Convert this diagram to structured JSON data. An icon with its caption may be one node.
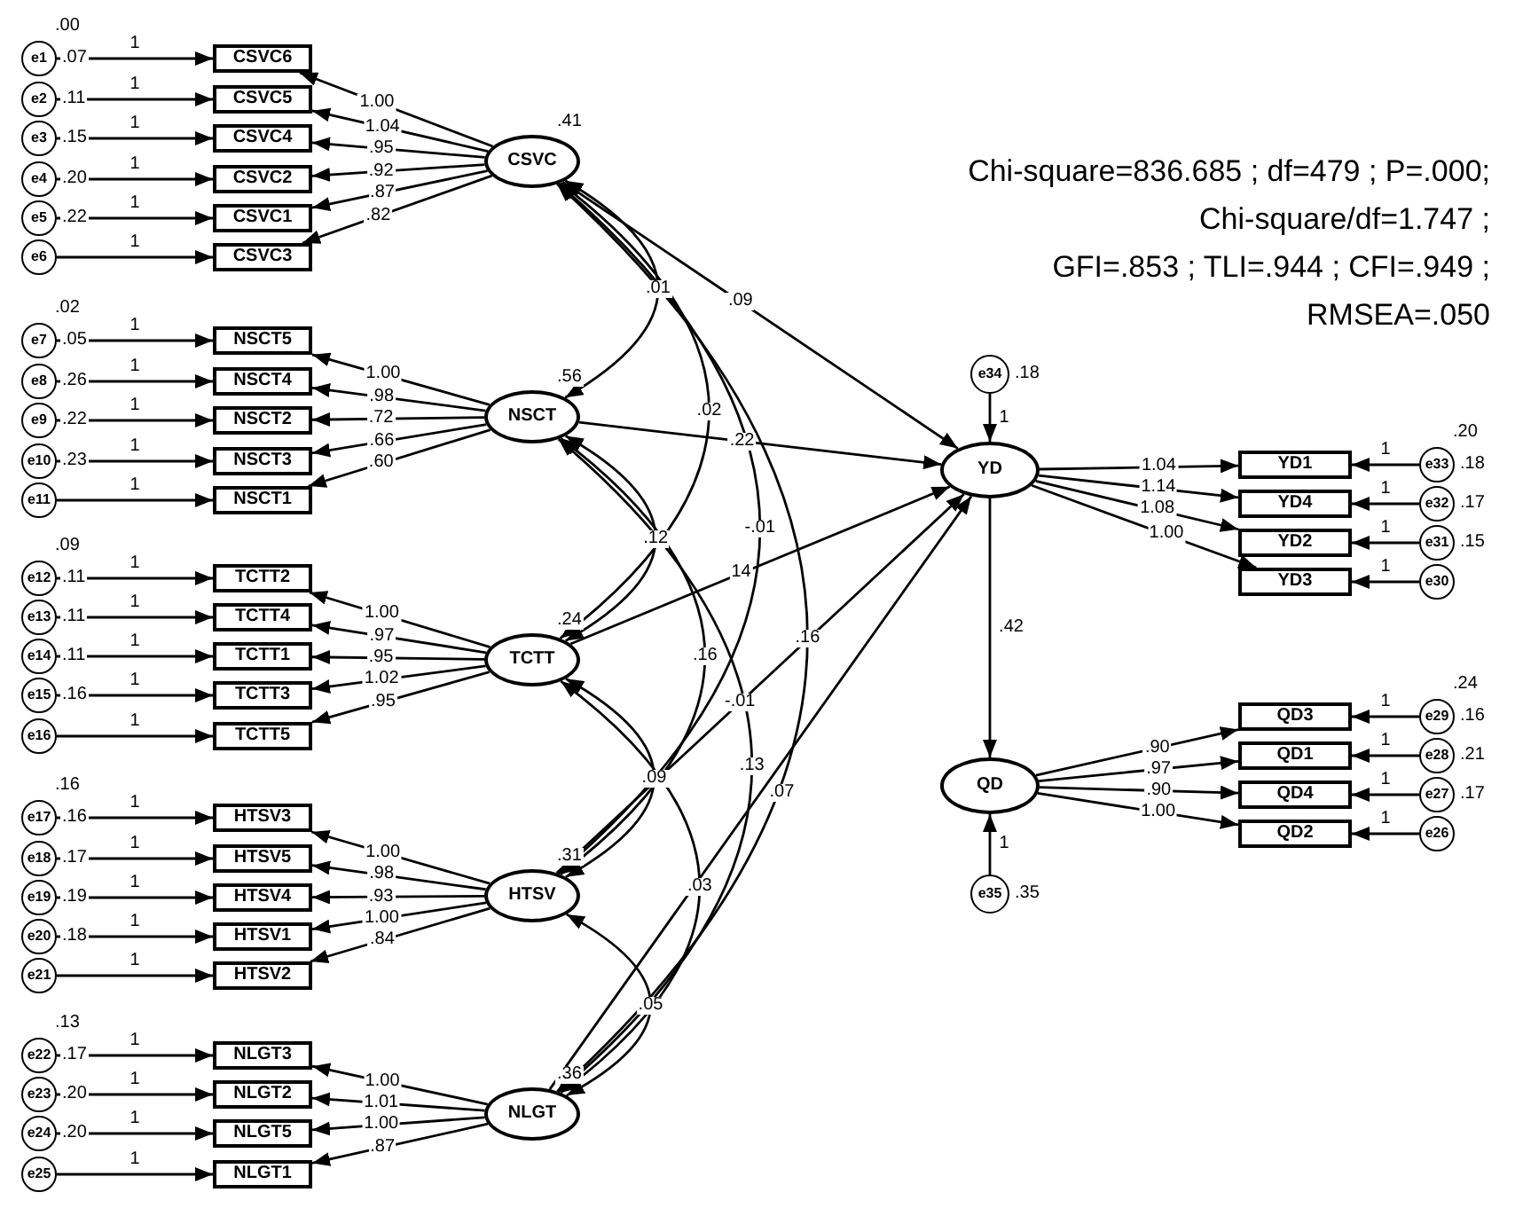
{
  "diagram": {
    "nodes": [
      {
        "text": [
          "CSVC"
        ],
        "beside": [
          ".41"
        ]
      },
      {
        "text": [
          "NSCT"
        ],
        "beside": [
          ".56"
        ]
      },
      {
        "text": [
          "TCTT"
        ],
        "beside": [
          ".24"
        ]
      },
      {
        "text": [
          "HTSV"
        ],
        "beside": [
          ".31"
        ]
      },
      {
        "text": [
          "NLGT"
        ],
        "beside": [
          ".36"
        ]
      },
      {
        "text": [
          "YD"
        ]
      },
      {
        "text": [
          "QD"
        ]
      },
      {
        "text": [
          "e34"
        ],
        "beside": [
          ".18"
        ]
      },
      {
        "text": [
          "e35"
        ],
        "beside": [
          ".35"
        ]
      },
      {
        "text": [
          "CSVC6"
        ]
      },
      {
        "text": [
          "CSVC5"
        ]
      },
      {
        "text": [
          "CSVC4"
        ]
      },
      {
        "text": [
          "CSVC2"
        ]
      },
      {
        "text": [
          "CSVC1"
        ]
      },
      {
        "text": [
          "CSVC3"
        ]
      },
      {
        "text": [
          "NSCT5"
        ]
      },
      {
        "text": [
          "NSCT4"
        ]
      },
      {
        "text": [
          "NSCT2"
        ]
      },
      {
        "text": [
          "NSCT3"
        ]
      },
      {
        "text": [
          "NSCT1"
        ]
      },
      {
        "text": [
          "TCTT2"
        ]
      },
      {
        "text": [
          "TCTT4"
        ]
      },
      {
        "text": [
          "TCTT1"
        ]
      },
      {
        "text": [
          "TCTT3"
        ]
      },
      {
        "text": [
          "TCTT5"
        ]
      },
      {
        "text": [
          "HTSV3"
        ]
      },
      {
        "text": [
          "HTSV5"
        ]
      },
      {
        "text": [
          "HTSV4"
        ]
      },
      {
        "text": [
          "HTSV1"
        ]
      },
      {
        "text": [
          "HTSV2"
        ]
      },
      {
        "text": [
          "NLGT3"
        ]
      },
      {
        "text": [
          "NLGT2"
        ]
      },
      {
        "text": [
          "NLGT5"
        ]
      },
      {
        "text": [
          "NLGT1"
        ]
      },
      {
        "text": [
          "YD1"
        ]
      },
      {
        "text": [
          "YD4"
        ]
      },
      {
        "text": [
          "YD2"
        ]
      },
      {
        "text": [
          "YD3"
        ]
      },
      {
        "text": [
          "QD3"
        ]
      },
      {
        "text": [
          "QD1"
        ]
      },
      {
        "text": [
          "QD4"
        ]
      },
      {
        "text": [
          "QD2"
        ]
      },
      {
        "text": [
          "e1"
        ],
        "beside": [
          ".00",
          ".07"
        ]
      },
      {
        "text": [
          "e2"
        ],
        "beside": [
          ".11"
        ]
      },
      {
        "text": [
          "e3"
        ],
        "beside": [
          ".15"
        ]
      },
      {
        "text": [
          "e4"
        ],
        "beside": [
          ".20"
        ]
      },
      {
        "text": [
          "e5"
        ],
        "beside": [
          ".22"
        ]
      },
      {
        "text": [
          "e6"
        ]
      },
      {
        "text": [
          "e7"
        ],
        "beside": [
          ".02",
          ".05"
        ]
      },
      {
        "text": [
          "e8"
        ],
        "beside": [
          ".26"
        ]
      },
      {
        "text": [
          "e9"
        ],
        "beside": [
          ".22"
        ]
      },
      {
        "text": [
          "e10"
        ],
        "beside": [
          ".23"
        ]
      },
      {
        "text": [
          "e11"
        ]
      },
      {
        "text": [
          "e12"
        ],
        "beside": [
          ".09",
          ".11"
        ]
      },
      {
        "text": [
          "e13"
        ],
        "beside": [
          ".11"
        ]
      },
      {
        "text": [
          "e14"
        ],
        "beside": [
          ".11"
        ]
      },
      {
        "text": [
          "e15"
        ],
        "beside": [
          ".16"
        ]
      },
      {
        "text": [
          "e16"
        ]
      },
      {
        "text": [
          "e17"
        ],
        "beside": [
          ".16",
          ".16"
        ]
      },
      {
        "text": [
          "e18"
        ],
        "beside": [
          ".17"
        ]
      },
      {
        "text": [
          "e19"
        ],
        "beside": [
          ".19"
        ]
      },
      {
        "text": [
          "e20"
        ],
        "beside": [
          ".18"
        ]
      },
      {
        "text": [
          "e21"
        ]
      },
      {
        "text": [
          "e22"
        ],
        "beside": [
          ".13",
          ".17"
        ]
      },
      {
        "text": [
          "e23"
        ],
        "beside": [
          ".20"
        ]
      },
      {
        "text": [
          "e24"
        ],
        "beside": [
          ".20"
        ]
      },
      {
        "text": [
          "e25"
        ]
      },
      {
        "text": [
          "e33"
        ],
        "beside": [
          ".20",
          ".18"
        ]
      },
      {
        "text": [
          "e32"
        ],
        "beside": [
          ".17"
        ]
      },
      {
        "text": [
          "e31"
        ],
        "beside": [
          ".15"
        ]
      },
      {
        "text": [
          "e30"
        ]
      },
      {
        "text": [
          "e29"
        ],
        "beside": [
          ".24",
          ".16"
        ]
      },
      {
        "text": [
          "e28"
        ],
        "beside": [
          ".21"
        ]
      },
      {
        "text": [
          "e27"
        ],
        "beside": [
          ".17"
        ]
      },
      {
        "text": [
          "e26"
        ]
      }
    ],
    "edges": [
      {
        "from": 42,
        "to": 9,
        "arrow": "to",
        "label": "1"
      },
      {
        "from": 0,
        "to": 9,
        "arrow": "to",
        "label": "1.00"
      },
      {
        "from": 43,
        "to": 10,
        "arrow": "to",
        "label": "1"
      },
      {
        "from": 0,
        "to": 10,
        "arrow": "to",
        "label": "1.04"
      },
      {
        "from": 44,
        "to": 11,
        "arrow": "to",
        "label": "1"
      },
      {
        "from": 0,
        "to": 11,
        "arrow": "to",
        "label": ".95"
      },
      {
        "from": 45,
        "to": 12,
        "arrow": "to",
        "label": "1"
      },
      {
        "from": 0,
        "to": 12,
        "arrow": "to",
        "label": ".92"
      },
      {
        "from": 46,
        "to": 13,
        "arrow": "to",
        "label": "1"
      },
      {
        "from": 0,
        "to": 13,
        "arrow": "to",
        "label": ".87"
      },
      {
        "from": 47,
        "to": 14,
        "arrow": "to",
        "label": "1"
      },
      {
        "from": 0,
        "to": 14,
        "arrow": "to",
        "label": ".82"
      },
      {
        "from": 48,
        "to": 15,
        "arrow": "to",
        "label": "1"
      },
      {
        "from": 1,
        "to": 15,
        "arrow": "to",
        "label": "1.00"
      },
      {
        "from": 49,
        "to": 16,
        "arrow": "to",
        "label": "1"
      },
      {
        "from": 1,
        "to": 16,
        "arrow": "to",
        "label": ".98"
      },
      {
        "from": 50,
        "to": 17,
        "arrow": "to",
        "label": "1"
      },
      {
        "from": 1,
        "to": 17,
        "arrow": "to",
        "label": ".72"
      },
      {
        "from": 51,
        "to": 18,
        "arrow": "to",
        "label": "1"
      },
      {
        "from": 1,
        "to": 18,
        "arrow": "to",
        "label": ".66"
      },
      {
        "from": 52,
        "to": 19,
        "arrow": "to",
        "label": "1"
      },
      {
        "from": 1,
        "to": 19,
        "arrow": "to",
        "label": ".60"
      },
      {
        "from": 53,
        "to": 20,
        "arrow": "to",
        "label": "1"
      },
      {
        "from": 2,
        "to": 20,
        "arrow": "to",
        "label": "1.00"
      },
      {
        "from": 54,
        "to": 21,
        "arrow": "to",
        "label": "1"
      },
      {
        "from": 2,
        "to": 21,
        "arrow": "to",
        "label": ".97"
      },
      {
        "from": 55,
        "to": 22,
        "arrow": "to",
        "label": "1"
      },
      {
        "from": 2,
        "to": 22,
        "arrow": "to",
        "label": ".95"
      },
      {
        "from": 56,
        "to": 23,
        "arrow": "to",
        "label": "1"
      },
      {
        "from": 2,
        "to": 23,
        "arrow": "to",
        "label": "1.02"
      },
      {
        "from": 57,
        "to": 24,
        "arrow": "to",
        "label": "1"
      },
      {
        "from": 2,
        "to": 24,
        "arrow": "to",
        "label": ".95"
      },
      {
        "from": 58,
        "to": 25,
        "arrow": "to",
        "label": "1"
      },
      {
        "from": 3,
        "to": 25,
        "arrow": "to",
        "label": "1.00"
      },
      {
        "from": 59,
        "to": 26,
        "arrow": "to",
        "label": "1"
      },
      {
        "from": 3,
        "to": 26,
        "arrow": "to",
        "label": ".98"
      },
      {
        "from": 60,
        "to": 27,
        "arrow": "to",
        "label": "1"
      },
      {
        "from": 3,
        "to": 27,
        "arrow": "to",
        "label": ".93"
      },
      {
        "from": 61,
        "to": 28,
        "arrow": "to",
        "label": "1"
      },
      {
        "from": 3,
        "to": 28,
        "arrow": "to",
        "label": "1.00"
      },
      {
        "from": 62,
        "to": 29,
        "arrow": "to",
        "label": "1"
      },
      {
        "from": 3,
        "to": 29,
        "arrow": "to",
        "label": ".84"
      },
      {
        "from": 63,
        "to": 30,
        "arrow": "to",
        "label": "1"
      },
      {
        "from": 4,
        "to": 30,
        "arrow": "to",
        "label": "1.00"
      },
      {
        "from": 64,
        "to": 31,
        "arrow": "to",
        "label": "1"
      },
      {
        "from": 4,
        "to": 31,
        "arrow": "to",
        "label": "1.01"
      },
      {
        "from": 65,
        "to": 32,
        "arrow": "to",
        "label": "1"
      },
      {
        "from": 4,
        "to": 32,
        "arrow": "to",
        "label": "1.00"
      },
      {
        "from": 66,
        "to": 33,
        "arrow": "to",
        "label": "1"
      },
      {
        "from": 4,
        "to": 33,
        "arrow": "to",
        "label": ".87"
      },
      {
        "from": 67,
        "to": 34,
        "arrow": "to",
        "label": "1"
      },
      {
        "from": 5,
        "to": 34,
        "arrow": "to",
        "label": "1.04"
      },
      {
        "from": 68,
        "to": 35,
        "arrow": "to",
        "label": "1"
      },
      {
        "from": 5,
        "to": 35,
        "arrow": "to",
        "label": "1.14"
      },
      {
        "from": 69,
        "to": 36,
        "arrow": "to",
        "label": "1"
      },
      {
        "from": 5,
        "to": 36,
        "arrow": "to",
        "label": "1.08"
      },
      {
        "from": 70,
        "to": 37,
        "arrow": "to",
        "label": "1"
      },
      {
        "from": 5,
        "to": 37,
        "arrow": "to",
        "label": "1.00"
      },
      {
        "from": 71,
        "to": 38,
        "arrow": "to",
        "label": "1"
      },
      {
        "from": 6,
        "to": 38,
        "arrow": "to",
        "label": ".90"
      },
      {
        "from": 72,
        "to": 39,
        "arrow": "to",
        "label": "1"
      },
      {
        "from": 6,
        "to": 39,
        "arrow": "to",
        "label": ".97"
      },
      {
        "from": 73,
        "to": 40,
        "arrow": "to",
        "label": "1"
      },
      {
        "from": 6,
        "to": 40,
        "arrow": "to",
        "label": ".90"
      },
      {
        "from": 74,
        "to": 41,
        "arrow": "to",
        "label": "1"
      },
      {
        "from": 6,
        "to": 41,
        "arrow": "to",
        "label": "1.00"
      },
      {
        "from": 7,
        "to": 5,
        "arrow": "to",
        "label": "1"
      },
      {
        "from": 8,
        "to": 6,
        "arrow": "to",
        "label": "1"
      },
      {
        "from": 5,
        "to": 6,
        "arrow": "to",
        "label": ".42"
      },
      {
        "from": 0,
        "to": 5,
        "arrow": "to",
        "label": ".09"
      },
      {
        "from": 1,
        "to": 5,
        "arrow": "to",
        "label": ".22"
      },
      {
        "from": 2,
        "to": 5,
        "arrow": "to",
        "label": "14"
      },
      {
        "from": 3,
        "to": 5,
        "arrow": "to",
        "label": "-.01"
      },
      {
        "from": 4,
        "to": 5,
        "arrow": "to",
        "label": ".07"
      },
      {
        "from": 0,
        "to": 1,
        "arrow": "both",
        "label": ".01"
      },
      {
        "from": 0,
        "to": 2,
        "arrow": "both",
        "label": ".02"
      },
      {
        "from": 0,
        "to": 3,
        "arrow": "both",
        "label": "-.01"
      },
      {
        "from": 0,
        "to": 4,
        "arrow": "both",
        "label": ".16"
      },
      {
        "from": 1,
        "to": 2,
        "arrow": "both",
        "label": ".12"
      },
      {
        "from": 1,
        "to": 3,
        "arrow": "both",
        "label": ".16"
      },
      {
        "from": 1,
        "to": 4,
        "arrow": "both",
        "label": ".13"
      },
      {
        "from": 2,
        "to": 3,
        "arrow": "both",
        "label": ".09"
      },
      {
        "from": 2,
        "to": 4,
        "arrow": "both",
        "label": ".03"
      },
      {
        "from": 3,
        "to": 4,
        "arrow": "both",
        "label": ".05"
      }
    ],
    "labels": [
      "Chi-square=836.685 ; df=479 ; P=.000;",
      "Chi-square/df=1.747 ;",
      "GFI=.853 ; TLI=.944 ; CFI=.949 ;",
      "RMSEA=.050"
    ]
  }
}
